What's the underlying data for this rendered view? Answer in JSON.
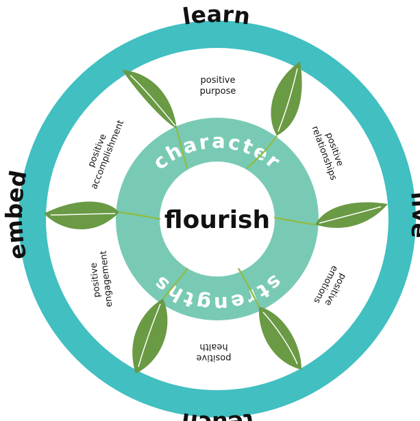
{
  "center": {
    "label": "flourish"
  },
  "outer_ring": {
    "top": "learn",
    "right": "live",
    "bottom": "teach",
    "left": "embed"
  },
  "inner_ring": {
    "upper": "character",
    "lower": "strengths"
  },
  "elements": {
    "purpose": {
      "line1": "positive",
      "line2": "purpose"
    },
    "relationships": {
      "line1": "positive",
      "line2": "relationships"
    },
    "emotions": {
      "line1": "positive",
      "line2": "emotions"
    },
    "health": {
      "line1": "positive",
      "line2": "health"
    },
    "engagement": {
      "line1": "positive",
      "line2": "engagement"
    },
    "accomplishment": {
      "line1": "positive",
      "line2": "accomplishment"
    }
  },
  "colors": {
    "outer_ring": "#41bfc1",
    "inner_ring": "#79cab4",
    "leaf": "#6a9a44",
    "stem": "#8fbc4a",
    "text_dark": "#111111",
    "text_light": "#ffffff"
  },
  "icons": [
    "leaf-icon"
  ]
}
